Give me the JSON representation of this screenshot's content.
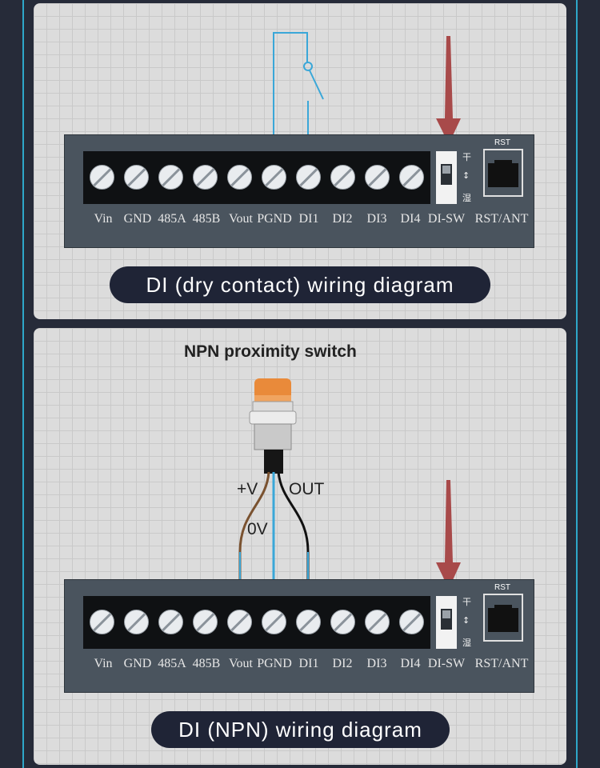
{
  "terminals": [
    "Vin",
    "GND",
    "485A",
    "485B",
    "Vout",
    "PGND",
    "DI1",
    "DI2",
    "DI3",
    "DI4"
  ],
  "switch_label": "DI-SW",
  "switch_marks": [
    "干",
    "↕",
    "湿"
  ],
  "rst_label": "RST",
  "rst_ant_label": "RST/ANT",
  "diagram1": {
    "caption": "DI (dry contact) wiring diagram"
  },
  "diagram2": {
    "caption": "DI (NPN) wiring diagram",
    "sensor_title": "NPN proximity switch",
    "wire_plus": "+V",
    "wire_zero": "0V",
    "wire_out": "OUT"
  },
  "colors": {
    "wire_blue": "#3aa7d8",
    "wire_brown": "#7a5230",
    "wire_black": "#111111",
    "arrow": "#a84a4a",
    "sensor_cap": "#e98a3a"
  }
}
